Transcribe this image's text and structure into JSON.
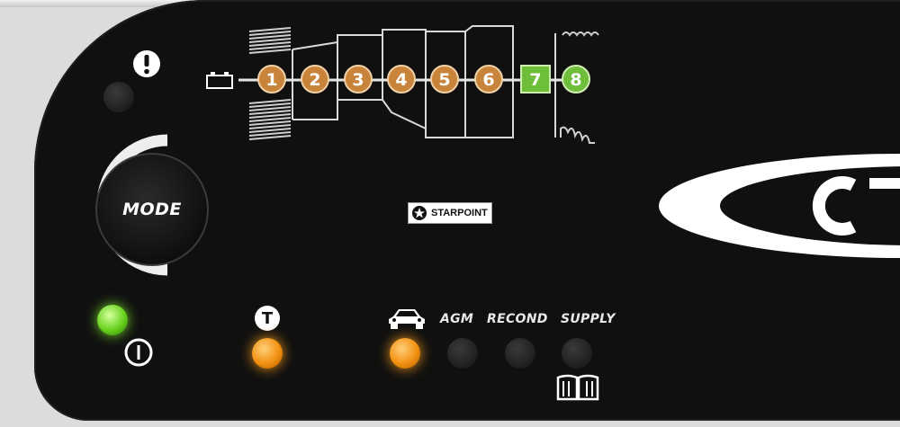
{
  "mode_button": {
    "label": "MODE"
  },
  "charging_steps": {
    "numbers": [
      "1",
      "2",
      "3",
      "4",
      "5",
      "6",
      "7",
      "8"
    ],
    "colors": {
      "completed": "#c8843a",
      "active": "#6fbe3a",
      "line": "#e6e6e6"
    },
    "active_step": "7",
    "active_step_shape": "square"
  },
  "badge": {
    "text": "STARPOINT",
    "icon": "star-icon"
  },
  "logo": {
    "text": "CTEK"
  },
  "indicators": {
    "warning_icon": "exclamation-icon",
    "warning_led": "off",
    "power_led": "green",
    "power_icon": "power-icon",
    "temp_label": "T",
    "temp_led": "orange"
  },
  "modes": [
    {
      "key": "car",
      "label": "",
      "icon": "car-icon",
      "led": "orange"
    },
    {
      "key": "agm",
      "label": "AGM",
      "led": "off"
    },
    {
      "key": "recond",
      "label": "RECOND",
      "led": "off"
    },
    {
      "key": "supply",
      "label": "SUPPLY",
      "led": "off"
    }
  ],
  "manual_icon": "book-icon",
  "led_colors": {
    "off": "#2a2a2a",
    "green": "#66d11c",
    "orange": "#f29111"
  }
}
